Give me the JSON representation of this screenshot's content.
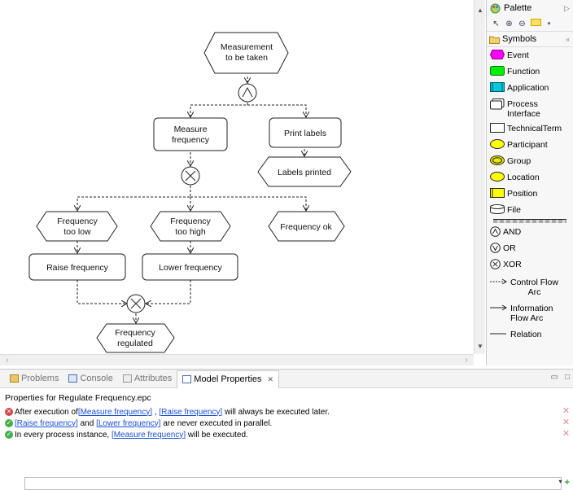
{
  "diagram": {
    "nodes": {
      "measurement": [
        "Measurement",
        "to be taken"
      ],
      "measure_freq": [
        "Measure",
        "frequency"
      ],
      "print_labels": [
        "Print labels"
      ],
      "labels_printed": [
        "Labels printed"
      ],
      "freq_low": [
        "Frequency",
        "too low"
      ],
      "freq_high": [
        "Frequency",
        "too high"
      ],
      "freq_ok": [
        "Frequency ok"
      ],
      "raise_freq": [
        "Raise frequency"
      ],
      "lower_freq": [
        "Lower frequency"
      ],
      "freq_regulated": [
        "Frequency",
        "regulated"
      ]
    },
    "colors": {
      "stroke": "#222222",
      "fill": "#ffffff"
    }
  },
  "palette": {
    "title": "Palette",
    "drawer": "Symbols",
    "items": [
      {
        "label": "Event",
        "symbol": "event-hexagon",
        "color": "#ff00ff"
      },
      {
        "label": "Function",
        "symbol": "function-rect",
        "color": "#00ee00"
      },
      {
        "label": "Application",
        "symbol": "application-rect",
        "color": "#00c8d8"
      },
      {
        "label": "Process\nInterface",
        "symbol": "process-interface",
        "color": "#ffffff"
      },
      {
        "label": "TechnicalTerm",
        "symbol": "technical-term",
        "color": "#ffffff"
      },
      {
        "label": "Participant",
        "symbol": "participant-ellipse",
        "color": "#ffff00"
      },
      {
        "label": "Group",
        "symbol": "group-ellipse",
        "color": "#e8e800"
      },
      {
        "label": "Location",
        "symbol": "location-ellipse",
        "color": "#ffff00"
      },
      {
        "label": "Position",
        "symbol": "position-rect",
        "color": "#ffff00"
      },
      {
        "label": "File",
        "symbol": "file-cylinder",
        "color": "#ffffff"
      },
      {
        "label": "AND",
        "symbol": "and-icon",
        "color": "#ffffff"
      },
      {
        "label": "OR",
        "symbol": "or-icon",
        "color": "#ffffff"
      },
      {
        "label": "XOR",
        "symbol": "xor-icon",
        "color": "#ffffff"
      },
      {
        "label": "Control Flow\nArc",
        "symbol": "control-flow-arrow",
        "color": "#000000"
      },
      {
        "label": "Information\nFlow Arc",
        "symbol": "info-flow-arrow",
        "color": "#000000"
      },
      {
        "label": "Relation",
        "symbol": "relation-line",
        "color": "#000000"
      }
    ]
  },
  "tabs": [
    {
      "label": "Problems",
      "icon": "problems-icon"
    },
    {
      "label": "Console",
      "icon": "console-icon"
    },
    {
      "label": "Attributes",
      "icon": "attributes-icon"
    },
    {
      "label": "Model Properties",
      "icon": "properties-icon",
      "active": true
    }
  ],
  "tab_close": "✕",
  "properties": {
    "title": "Properties for Regulate Frequency.epc",
    "rows": [
      {
        "status": "error",
        "parts": [
          "After execution of ",
          "[Measure frequency]",
          " , ",
          "[Raise frequency]",
          " will always be executed later."
        ]
      },
      {
        "status": "ok",
        "parts": [
          "",
          "[Raise frequency]",
          " and ",
          "[Lower frequency]",
          " are never executed in parallel."
        ]
      },
      {
        "status": "ok",
        "parts": [
          "In every process instance, ",
          "[Measure frequency]",
          " will be executed."
        ]
      }
    ]
  }
}
